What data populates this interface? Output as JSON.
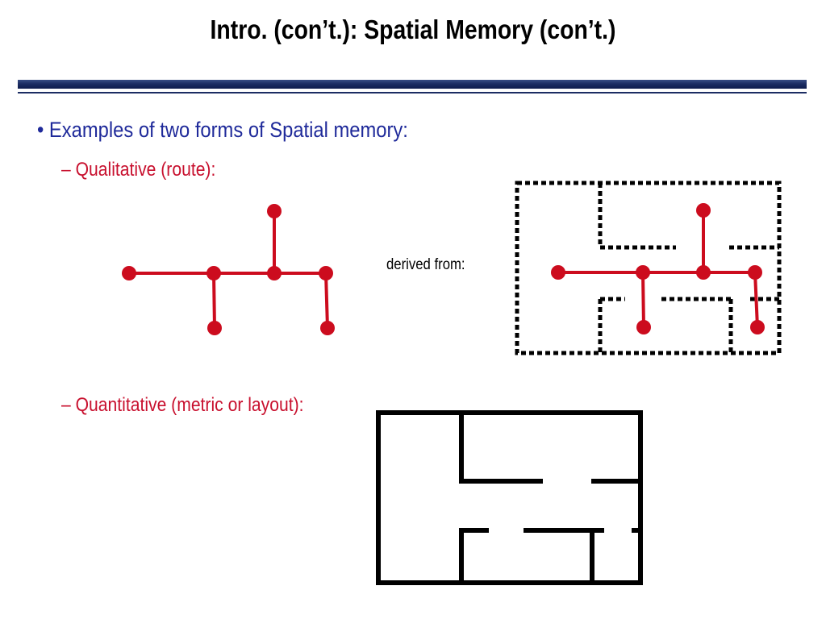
{
  "slide": {
    "title": "Intro. (con’t.):  Spatial Memory (con’t.)",
    "bullet": "• Examples of two forms of Spatial memory:",
    "sub_bullets": {
      "qualitative": "– Qualitative (route):",
      "quantitative": "– Quantitative (metric or layout):"
    },
    "caption": "derived from:"
  },
  "colors": {
    "title": "#000000",
    "bullet_level1": "#1f2a9a",
    "bullet_level2": "#c8102e",
    "route": "#cc0c1e",
    "walls": "#000000",
    "header_rule": "#1c2d63"
  }
}
